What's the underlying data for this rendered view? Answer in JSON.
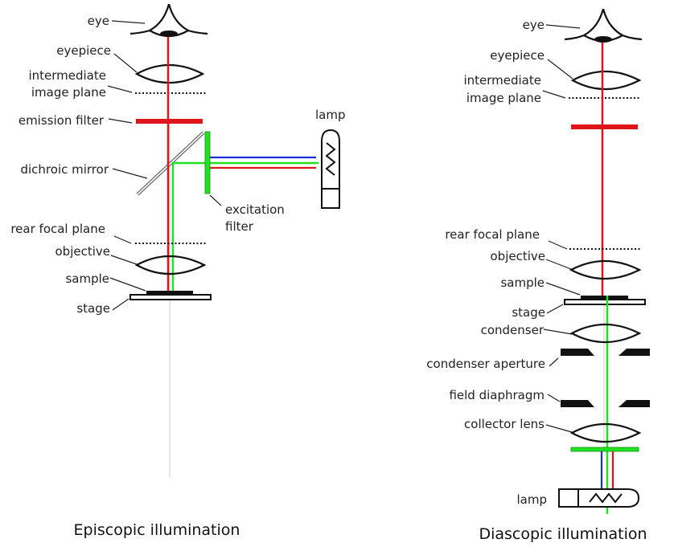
{
  "colors": {
    "red": "#e0151b",
    "green": "#22e022",
    "blue": "#1a2fd6",
    "black": "#111111",
    "axis": "#cccccc"
  },
  "episcopic": {
    "caption": "Episcopic illumination",
    "labels": {
      "eye": "eye",
      "eyepiece": "eyepiece",
      "intermediate_1": "intermediate",
      "intermediate_2": "image plane",
      "emission_filter": "emission filter",
      "dichroic_mirror": "dichroic mirror",
      "lamp": "lamp",
      "excitation_1": "excitation",
      "excitation_2": "filter",
      "rear_focal_plane": "rear focal plane",
      "objective": "objective",
      "sample": "sample",
      "stage": "stage"
    }
  },
  "diascopic": {
    "caption": "Diascopic illumination",
    "labels": {
      "eye": "eye",
      "eyepiece": "eyepiece",
      "intermediate_1": "intermediate",
      "intermediate_2": "image plane",
      "rear_focal_plane": "rear focal plane",
      "objective": "objective",
      "sample": "sample",
      "stage": "stage",
      "condenser": "condenser",
      "condenser_aperture": "condenser aperture",
      "field_diaphragm": "field diaphragm",
      "collector_lens": "collector lens",
      "lamp": "lamp"
    }
  }
}
